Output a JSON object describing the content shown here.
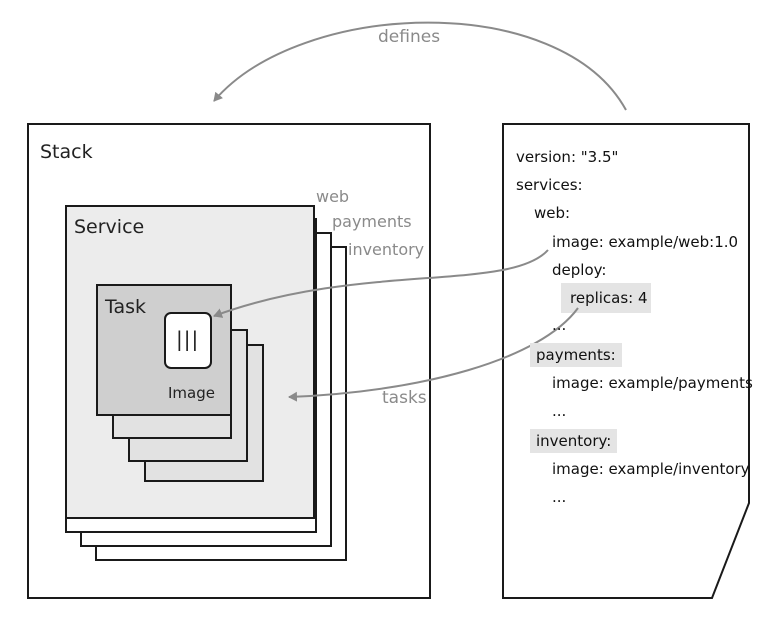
{
  "arrows": {
    "defines": "defines",
    "tasks": "tasks"
  },
  "stack": {
    "title": "Stack",
    "service_title": "Service",
    "service_names": [
      "web",
      "payments",
      "inventory"
    ],
    "task_title": "Task",
    "image_label": "Image",
    "image_glyph": "|||"
  },
  "compose": {
    "version": "version: \"3.5\"",
    "services": "services:",
    "web": "web:",
    "web_image": "image: example/web:1.0",
    "deploy": "deploy:",
    "replicas": "replicas: 4",
    "dots1": "...",
    "payments": "payments:",
    "payments_image": "image: example/payments",
    "dots2": "...",
    "inventory": "inventory:",
    "inventory_image": "image: example/inventory",
    "dots3": "..."
  },
  "colors": {
    "stroke": "#1a1a1a",
    "service_fill": "#ececec",
    "task_fill": "#cfcfcf",
    "highlight": "#e4e4e4",
    "arrow": "#8a8a8a"
  }
}
